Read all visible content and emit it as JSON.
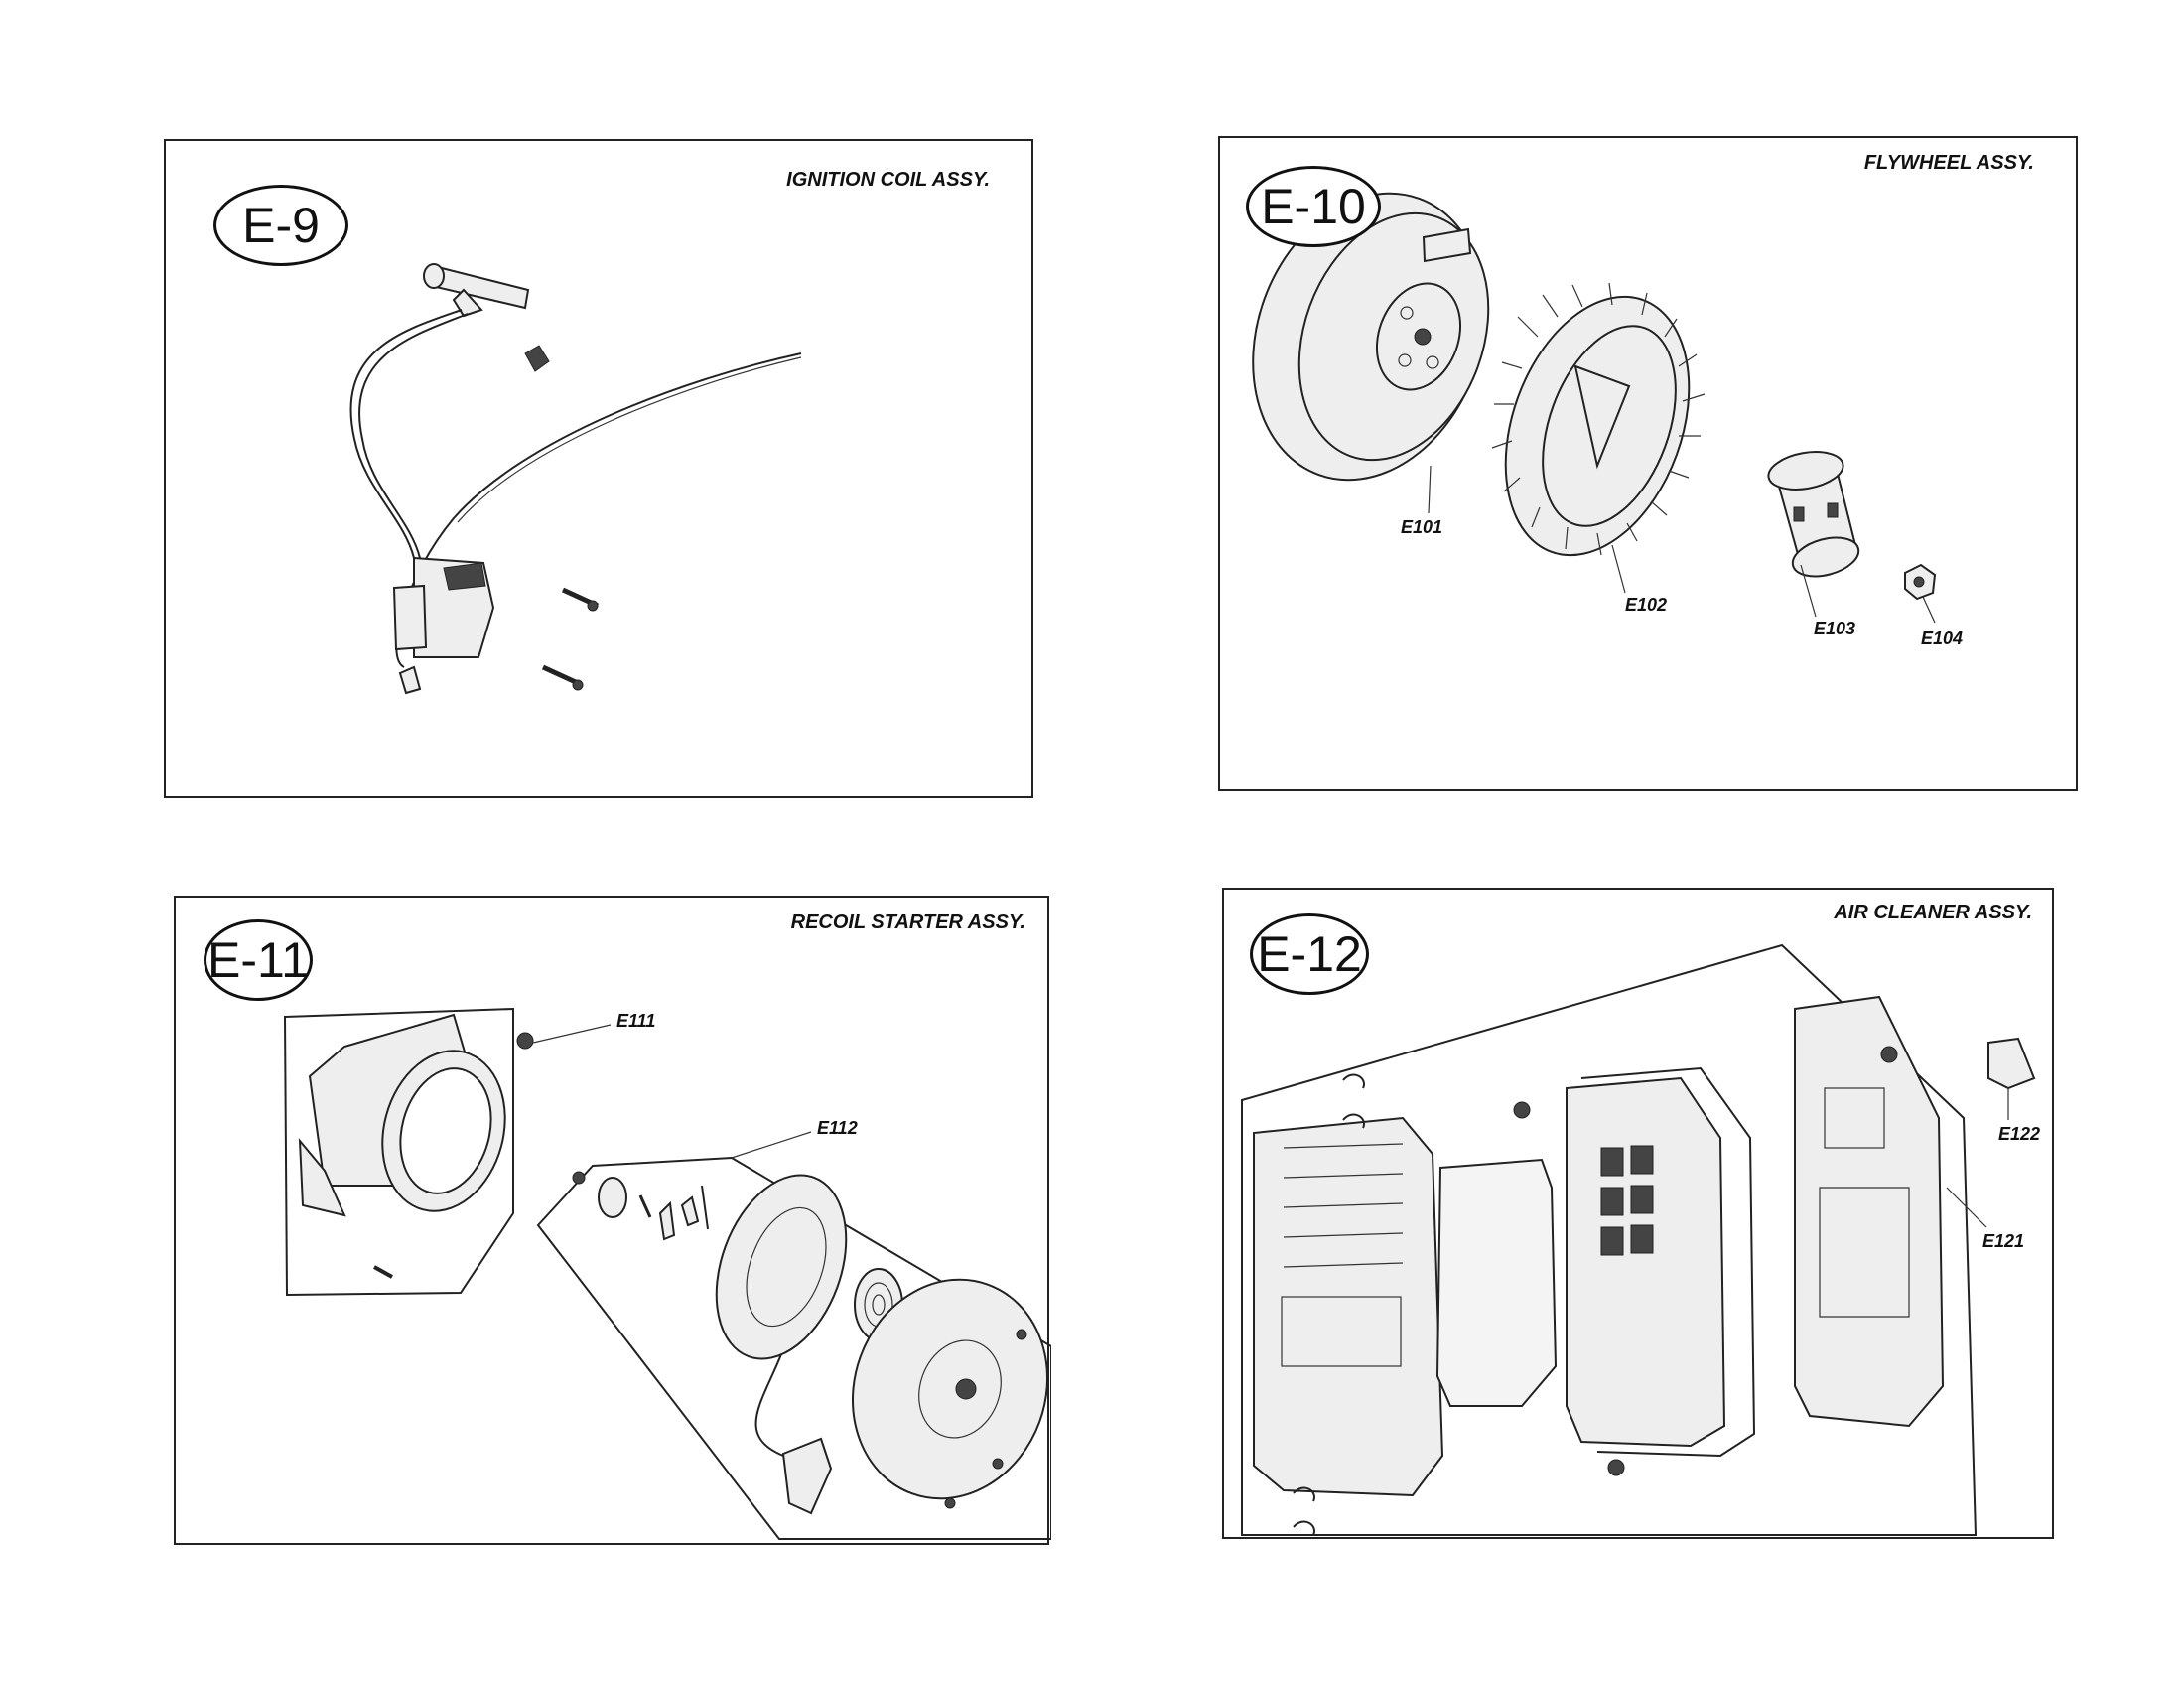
{
  "panels": [
    {
      "id": "E-9",
      "badge": "E-9",
      "title": "IGNITION COIL ASSY.",
      "labels": []
    },
    {
      "id": "E-10",
      "badge": "E-10",
      "title": "FLYWHEEL ASSY.",
      "labels": [
        "E101",
        "E102",
        "E103",
        "E104"
      ]
    },
    {
      "id": "E-11",
      "badge": "E-11",
      "title": "RECOIL STARTER ASSY.",
      "labels": [
        "E111",
        "E112"
      ]
    },
    {
      "id": "E-12",
      "badge": "E-12",
      "title": "AIR CLEANER ASSY.",
      "labels": [
        "E122",
        "E121"
      ]
    }
  ]
}
